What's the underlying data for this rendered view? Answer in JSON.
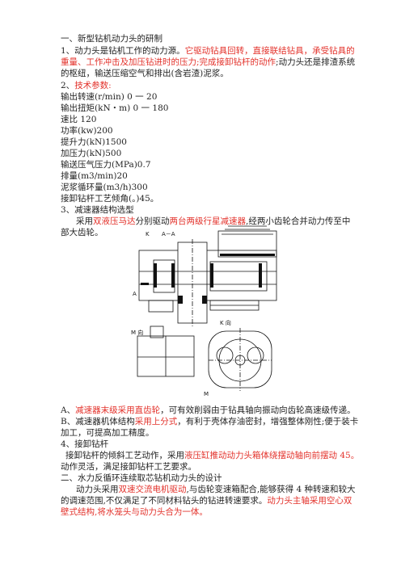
{
  "heading_1": "一、新型钻机动力头的研制",
  "p1": {
    "l1a": "1、动力头是钻机工作的动力源。",
    "l1b": "它驱动钻具回转，直接联结钻具，承受钻具的",
    "l2a": "重量、工作冲击及加压钻进时的压力;完成接卸钻杆的动作",
    "l2b": ";动力头还是排渣系统",
    "l3": "的枢纽，输送压缩空气和排出(含岩渣)泥浆。"
  },
  "p2": {
    "prefix": "2、",
    "label": "技术参数:",
    "params": [
      "输出转速(r/min) 0 一 20",
      "输出扭矩(kN・m) 0 一 180",
      "速比 120",
      "功率(kw)200",
      "提升力(kN)1500",
      "加压力(kN)500",
      "输送压气压力(MPa)0.7",
      "排量(m3/min)20",
      "泥浆循环量(m3/h)300",
      "接卸钻杆工艺倾角(。)45。"
    ]
  },
  "p3": {
    "title": "3、减速器结构选型",
    "l1a": "采用",
    "l1b": "双液压马达",
    "l1c": "分别驱动",
    "l1d": "两台两级行星减速器",
    "l1e": ",经两小齿轮合并动力传至中",
    "l2": "部大齿轮。"
  },
  "figure": {
    "label_k": "K",
    "label_aa": "A－A",
    "label_a": "A",
    "label_m_dir": "M 向",
    "label_k_dir": "K 向",
    "label_m": "M"
  },
  "pA": {
    "prefix": "A、",
    "red": "减速器末级采用直齿轮",
    "rest": "，可有效削弱由于钻具轴向振动向齿轮高速级传递。"
  },
  "pB": {
    "l1a": "B、减速器机体结构",
    "l1b": "采用上分式",
    "l1c": "，有利于壳体存油密封，增强整体刚性;便于装卡",
    "l2": "加工，可提高加工精度。"
  },
  "p4": {
    "title": "4、接卸钻杆",
    "l1a": "接卸钻杆的倾斜工艺动作，采用",
    "l1b": "液压缸推动动力头箱体绕摆动轴向前摆动 45。",
    "l2": "动作灵活，满足接卸钻杆工艺要求。"
  },
  "heading_2": "二、水力反循环连续取芯钻机动力头的设计",
  "p5": {
    "l1a": "动力头采用",
    "l1b": "双速交流电机驱动",
    "l1c": ",与齿轮变速箱配合,能够获得 4 种转速和较大",
    "l2a": "的调速范围,不仅满足了不同材料钻头的钻进转速要求。",
    "l2b": "动力头主轴采用空心双",
    "l3": "壁式结构,将水笼头与动力头合为一体。"
  }
}
